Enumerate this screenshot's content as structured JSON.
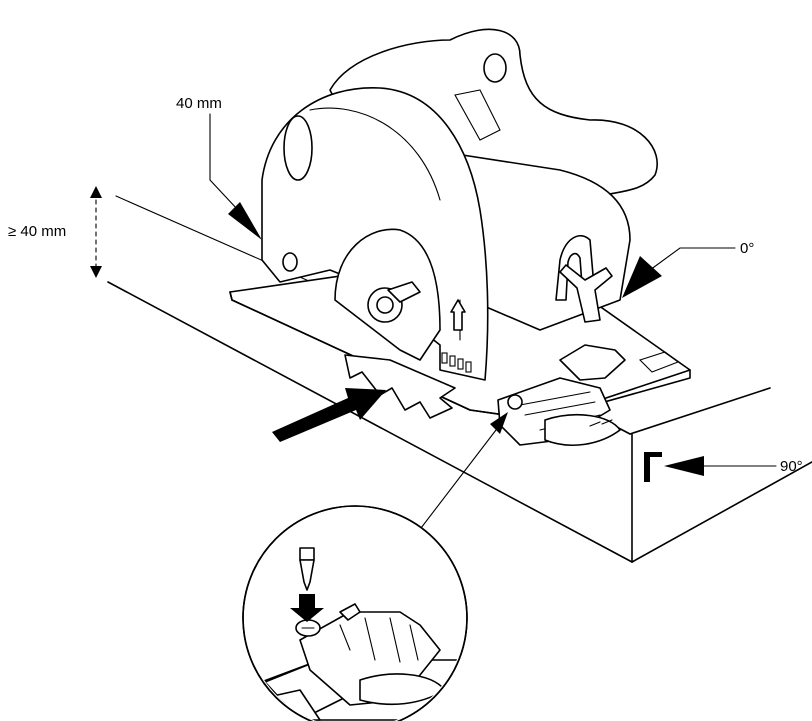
{
  "labels": {
    "blade_depth": "40 mm",
    "min_thickness": "≥ 40 mm",
    "bevel_angle": "0°",
    "square_angle": "90°"
  },
  "colors": {
    "line": "#000000",
    "background": "#ffffff"
  }
}
